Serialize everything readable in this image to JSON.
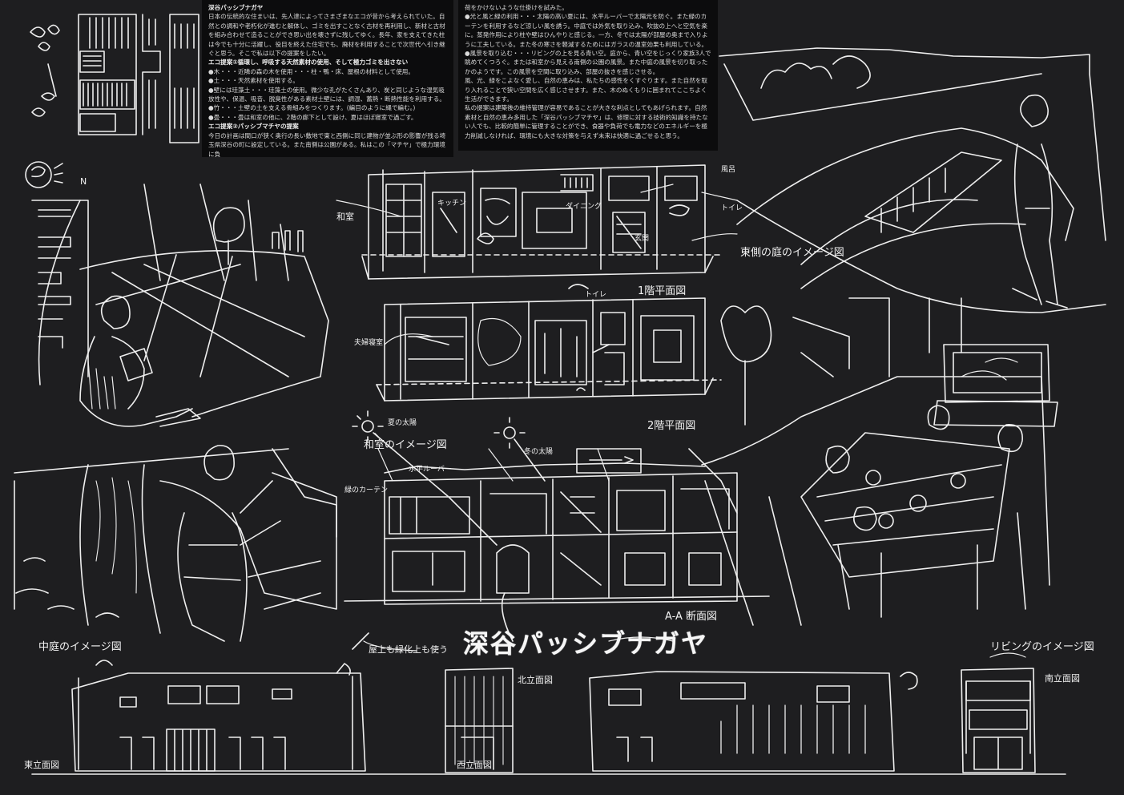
{
  "left_text": {
    "title": "深谷パッシブナガヤ",
    "paragraphs": [
      "日本の伝統的な住まいは、先人達によってさまざまなエコが昔から考えられていた。自然との調和や老朽化が進むと解体し、ゴミを出すことなく古材を再利用し、新材と古材を組み合わせて造ることができ思い出を壊さずに残してゆく。長年、家を支えてきた柱は今でも十分に活躍し、役目を終えた住宅でも、廃材を利用することで次世代へ引き継ぐと思う。そこで私は以下の提案をしたい。",
      "エコ提案①循環し、呼吸する天然素材の使用、そして極力ゴミを出さない",
      "●木・・・近隣の森の木を使用・・・柱・鴨・床、屋根の材料として使用。",
      "●土・・・天然素材を使用する。",
      "●壁には珪藻土・・・珪藻土の使用。微少な孔がたくさんあり、炭と同じような湿気吸放性や、保温、吸音、脱臭性がある素材土壁には、調湿、蓄熱・断熱性能を利用する。",
      "●竹・・・土壁の土を支える骨組みをつくります。(編目のように縄で編む。)",
      "●畳・・・畳は和室の他に、2階の廊下として設け、夏はほぼ寝室で過ごす。",
      "エコ提案②パッシブマチヤの提案",
      "今日の計画は間口が狭く奥行の長い敷地で東と西側に同じ建物が並ぶ形の影響が残る埼玉県深谷の町に設定している。また南側は公園がある。私はこの「マチヤ」で極力環境に負"
    ]
  },
  "right_text": {
    "paragraphs": [
      "荷をかけないような仕掛けを試みた。",
      "●光と風と緑の利用・・・太陽の高い夏には、水平ルーバーで太陽光を防ぐ。また緑のカーテンを利用するなど涼しい風を誘う。中庭では外気を取り込み、吹抜の上へと空気を楽に。蒸発作用により柱や壁はひんやりと感じる。一方、冬では太陽が部屋の奥まで入りように工夫している。また冬の寒さを軽減するためにはガラスの温室効果も利用している。",
      "●風景を取り込む・・・リビングの上を見る青い空。庭から、青い空をじっくり家族3人で眺めてくつろぐ。または和室から見える南側の公園の風景。また中庭の風景を切り取ったかのようです。この風景を空間に取り込み、部屋の抜きを感じさせる。",
      "風、光、緑をこよなく愛し、自然の恵みは、私たちの感性をくすぐります。また自然を取り入れることで狭い空間を広く感じさせます。また、木のぬくもりに囲まれてここちよく生活ができます。",
      "私の提案は建築後の維持管理が容易であることが大きな利点としてもあげられます。自然素材と自然の恵み多用した「深谷パッシブマチヤ」は、修理に対する技術的知識を持たない人でも、比較的簡単に管理することができ、食器や負荷でも電力などのエネルギーを極力削減しなければ、環境にも大きな対策を与えず未来は快適に過ごせると思う。"
    ]
  },
  "labels": {
    "big_title": "深谷パッシブナガヤ",
    "floor1": "1階平面図",
    "floor2": "2階平面図",
    "section": "A-A 断面図",
    "courtyard_image": "中庭のイメージ図",
    "living_image": "リビングのイメージ図",
    "washitsu_image": "和室のイメージ図",
    "garden_image": "東側の庭のイメージ図",
    "east_elev": "東立面図",
    "west_elev": "西立面図",
    "north_elev": "北立面図",
    "south_elev": "南立面図",
    "roof_note": "屋上も緑化上も使う",
    "washitsu": "和室",
    "kitchen": "キッチン",
    "dining": "ダイニング",
    "genkan": "玄関",
    "toilet": "トイレ",
    "furo": "風呂",
    "toilet2": "トイレ",
    "master_bed": "夫婦寝室",
    "green_curtain": "緑のカーテン",
    "summer_sun": "夏の太陽",
    "winter_sun": "冬の太陽",
    "louver": "水平ルーバー",
    "north_arrow": "N"
  },
  "colors": {
    "board": "#1e1e20",
    "chalk": "#f0f0f0",
    "textbox": "#0c0c0d"
  }
}
